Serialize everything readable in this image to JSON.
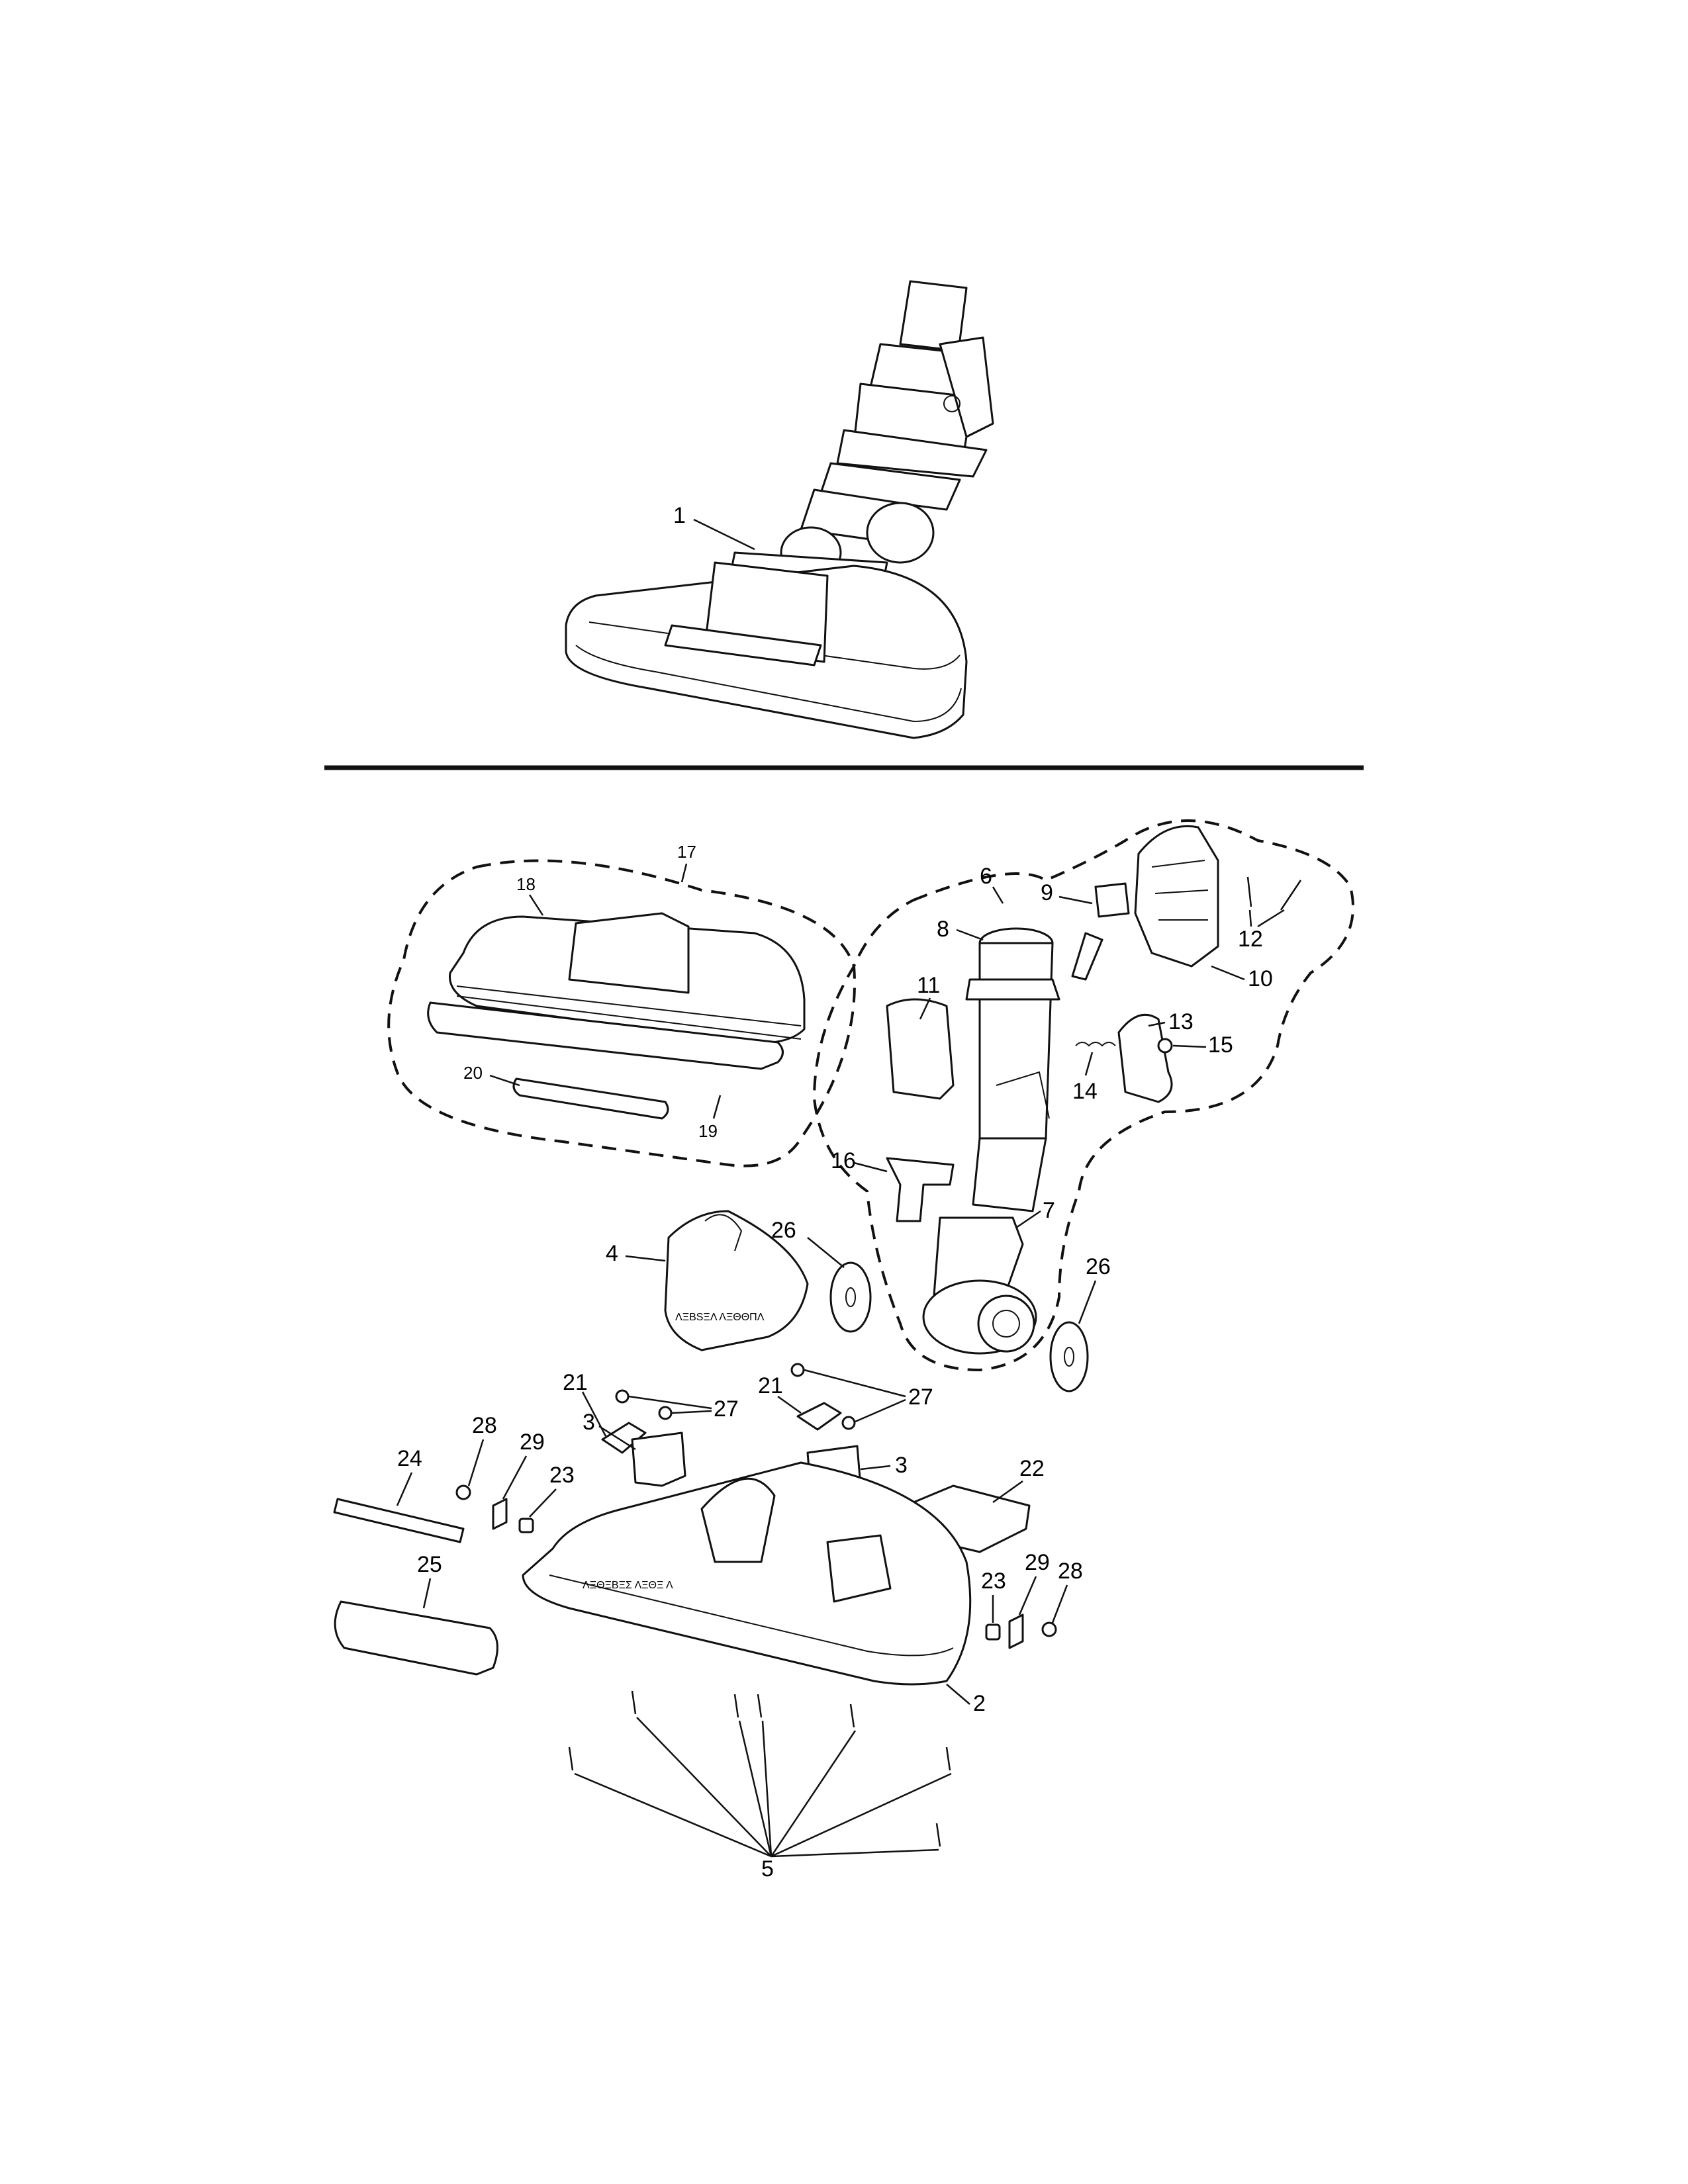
{
  "callouts": {
    "c1": "1",
    "c2": "2",
    "c3a": "3",
    "c3b": "3",
    "c4": "4",
    "c5": "5",
    "c6": "6",
    "c7": "7",
    "c8": "8",
    "c9": "9",
    "c10": "10",
    "c11": "11",
    "c12": "12",
    "c13": "13",
    "c14": "14",
    "c15": "15",
    "c16": "16",
    "c17": "17",
    "c18": "18",
    "c19": "19",
    "c20": "20",
    "c21a": "21",
    "c21b": "21",
    "c22": "22",
    "c23a": "23",
    "c23b": "23",
    "c24": "24",
    "c25": "25",
    "c26a": "26",
    "c26b": "26",
    "c27a": "27",
    "c27b": "27",
    "c28a": "28",
    "c28b": "28",
    "c29a": "29",
    "c29b": "29"
  },
  "molded_text": {
    "nozzle_top_text": "ΛΞΒSΞΛ ΛΞΘΘΠΛ",
    "base_text": "ΛΞΘΞΒΞΣ ΛΞΘΞ Λ"
  },
  "colors": {
    "ink": "#111111",
    "background": "#ffffff"
  }
}
